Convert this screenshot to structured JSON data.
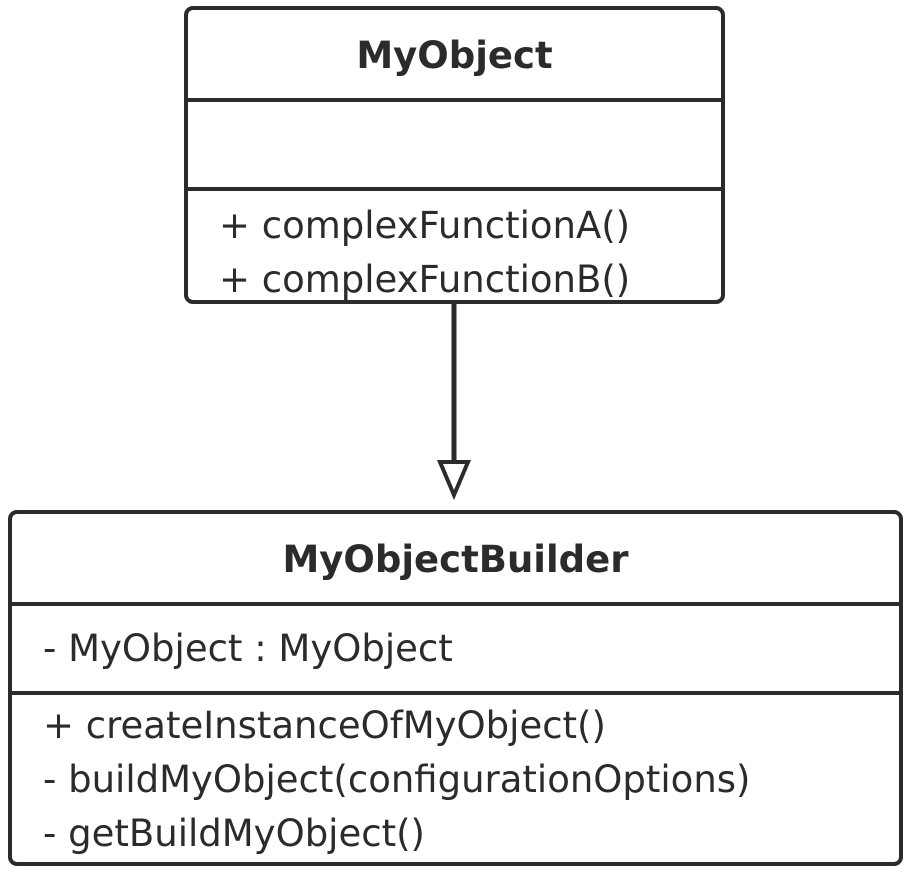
{
  "diagram": {
    "classes": [
      {
        "name": "MyObject",
        "attributes": [],
        "methods": [
          "+ complexFunctionA()",
          "+ complexFunctionB()"
        ]
      },
      {
        "name": "MyObjectBuilder",
        "attributes": [
          "- MyObject : MyObject"
        ],
        "methods": [
          "+ createInstanceOfMyObject()",
          "- buildMyObject(configurationOptions)",
          "- getBuildMyObject()"
        ]
      }
    ],
    "relationship": {
      "from": "MyObject",
      "to": "MyObjectBuilder",
      "arrowhead": "hollow-triangle"
    }
  },
  "colors": {
    "stroke": "#2b2b2b",
    "background": "#ffffff"
  }
}
